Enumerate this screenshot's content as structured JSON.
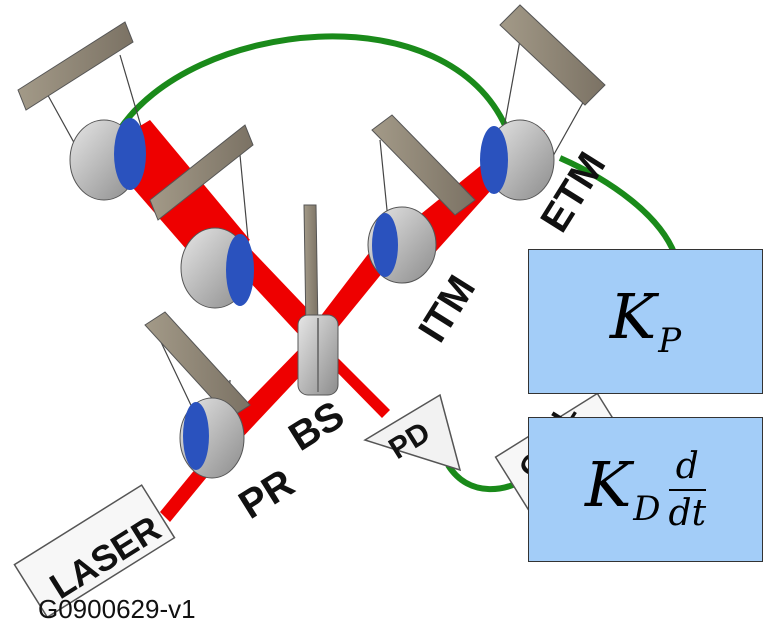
{
  "labels": {
    "laser": "LASER",
    "pr": "PR",
    "bs": "BS",
    "pd": "PD",
    "itm": "ITM",
    "etm": "ETM",
    "ctrl": "CTRL"
  },
  "controller": {
    "kp": {
      "symbol": "K",
      "subscript": "P"
    },
    "kd": {
      "symbol": "K",
      "subscript": "D",
      "numerator": "d",
      "denominator": "dt"
    }
  },
  "doc_id": "G0900629-v1",
  "colors": {
    "beam": "#ee0000",
    "signal": "#1a8a1a",
    "mirror_face": "#2a52be",
    "box_fill": "#a3cdf8"
  }
}
